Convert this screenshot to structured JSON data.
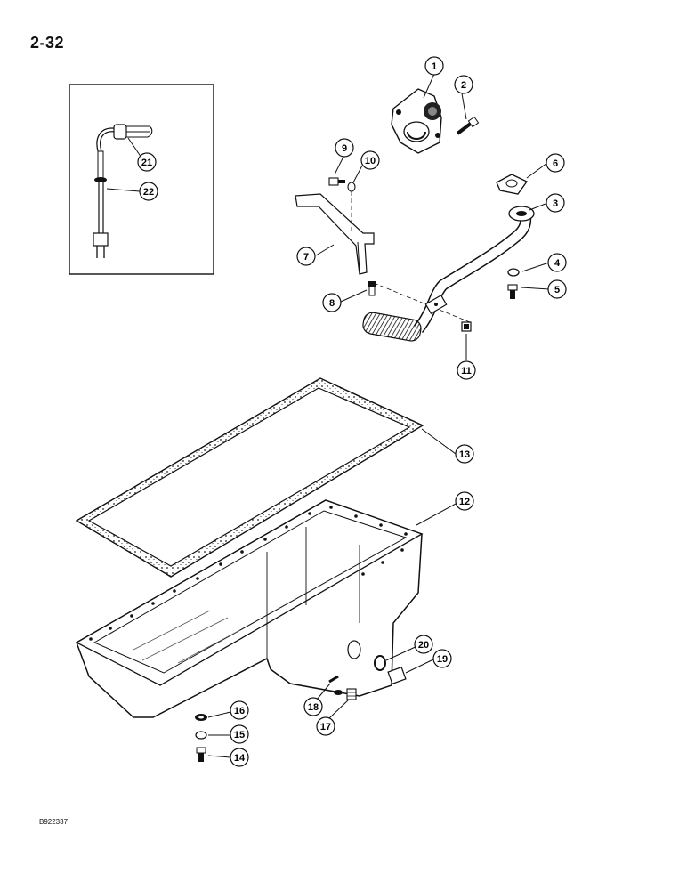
{
  "page_number": "2-32",
  "drawing_number": "B922337",
  "callouts": [
    {
      "id": "callout-1",
      "label": "1"
    },
    {
      "id": "callout-2",
      "label": "2"
    },
    {
      "id": "callout-3",
      "label": "3"
    },
    {
      "id": "callout-4",
      "label": "4"
    },
    {
      "id": "callout-5",
      "label": "5"
    },
    {
      "id": "callout-6",
      "label": "6"
    },
    {
      "id": "callout-7",
      "label": "7"
    },
    {
      "id": "callout-8",
      "label": "8"
    },
    {
      "id": "callout-9",
      "label": "9"
    },
    {
      "id": "callout-10",
      "label": "10"
    },
    {
      "id": "callout-11",
      "label": "11"
    },
    {
      "id": "callout-12",
      "label": "12"
    },
    {
      "id": "callout-13",
      "label": "13"
    },
    {
      "id": "callout-14",
      "label": "14"
    },
    {
      "id": "callout-15",
      "label": "15"
    },
    {
      "id": "callout-16",
      "label": "16"
    },
    {
      "id": "callout-17",
      "label": "17"
    },
    {
      "id": "callout-18",
      "label": "18"
    },
    {
      "id": "callout-19",
      "label": "19"
    },
    {
      "id": "callout-20",
      "label": "20"
    },
    {
      "id": "callout-21",
      "label": "21"
    },
    {
      "id": "callout-22",
      "label": "22"
    }
  ]
}
